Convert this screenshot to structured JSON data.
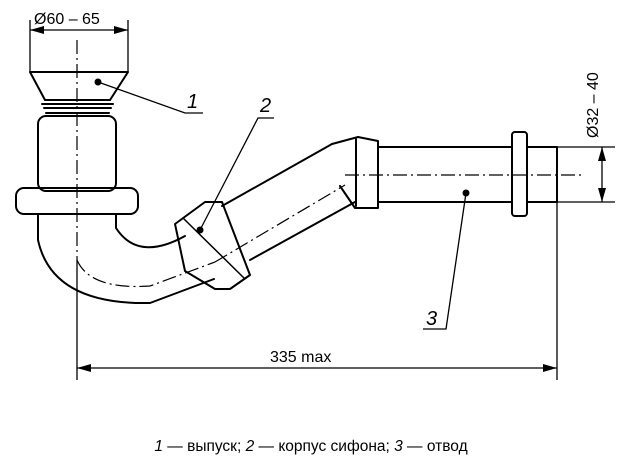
{
  "dimensions": {
    "outlet_diameter": "Ø60 – 65",
    "branch_diameter": "Ø32 – 40",
    "overall_length": "335 max"
  },
  "callouts": [
    {
      "number": "1"
    },
    {
      "number": "2"
    },
    {
      "number": "3"
    }
  ],
  "legend": [
    {
      "number": "1",
      "text": " — выпуск; "
    },
    {
      "number": "2",
      "text": " — корпус сифона; "
    },
    {
      "number": "3",
      "text": " — отвод"
    }
  ]
}
